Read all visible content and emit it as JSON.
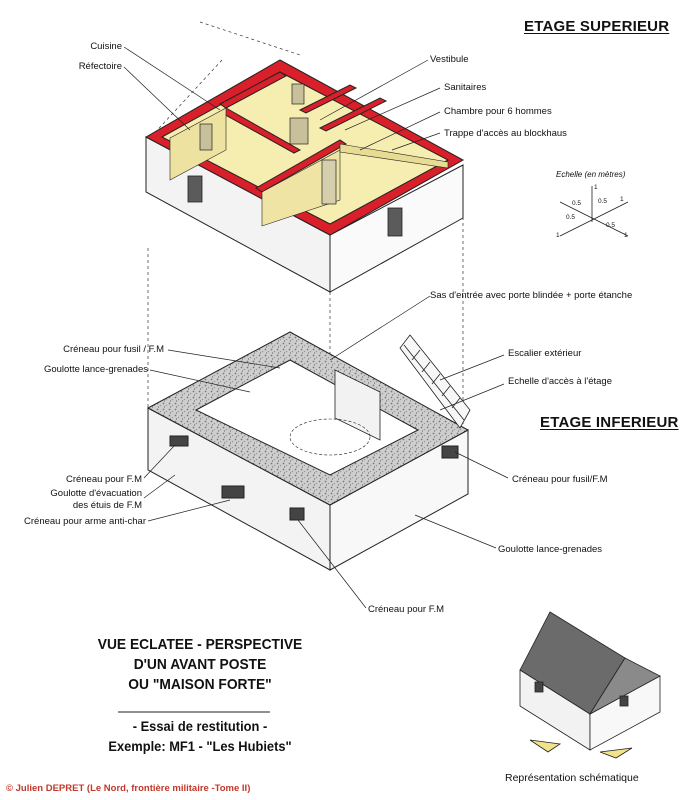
{
  "headings": {
    "upper": "ETAGE SUPERIEUR",
    "lower": "ETAGE INFERIEUR"
  },
  "upper_labels": {
    "cuisine": "Cuisine",
    "refectoire": "Réfectoire",
    "vestibule": "Vestibule",
    "sanitaires": "Sanitaires",
    "chambre": "Chambre pour 6 hommes",
    "trappe": "Trappe d'accès au blockhaus"
  },
  "scale": {
    "title": "Echelle (en mètres)",
    "ticks": [
      "1",
      "0.5",
      "0.5",
      "1",
      "0.5",
      "0.5",
      "1",
      "1"
    ]
  },
  "lower_labels": {
    "sas": "Sas d'entrée avec porte blindée + porte étanche",
    "creneau_fusil_left": "Créneau pour fusil / F.M",
    "goulotte_left": "Goulotte lance-grenades",
    "escalier": "Escalier extérieur",
    "echelle": "Echelle d'accès à l'étage",
    "creneau_fm_left": "Créneau pour F.M",
    "goulotte_evac_1": "Goulotte d'évacuation",
    "goulotte_evac_2": "des étuis de F.M",
    "creneau_antichar": "Créneau pour arme anti-char",
    "creneau_fusil_right": "Créneau pour fusil/F.M",
    "goulotte_right": "Goulotte lance-grenades",
    "creneau_fm_bottom": "Créneau pour F.M"
  },
  "title_block": {
    "line1": "VUE ECLATEE - PERSPECTIVE",
    "line2": "D'UN AVANT POSTE",
    "line3": "OU \"MAISON FORTE\"",
    "line4": "- Essai de restitution -",
    "line5": "Exemple: MF1 - \"Les Hubiets\""
  },
  "schematic_caption": "Représentation schématique",
  "credit": "© Julien DEPRET (Le Nord, frontière militaire -Tome II)",
  "colors": {
    "wall_top": "#d9202a",
    "interior": "#f6eeb0",
    "credit": "#c0392b"
  }
}
